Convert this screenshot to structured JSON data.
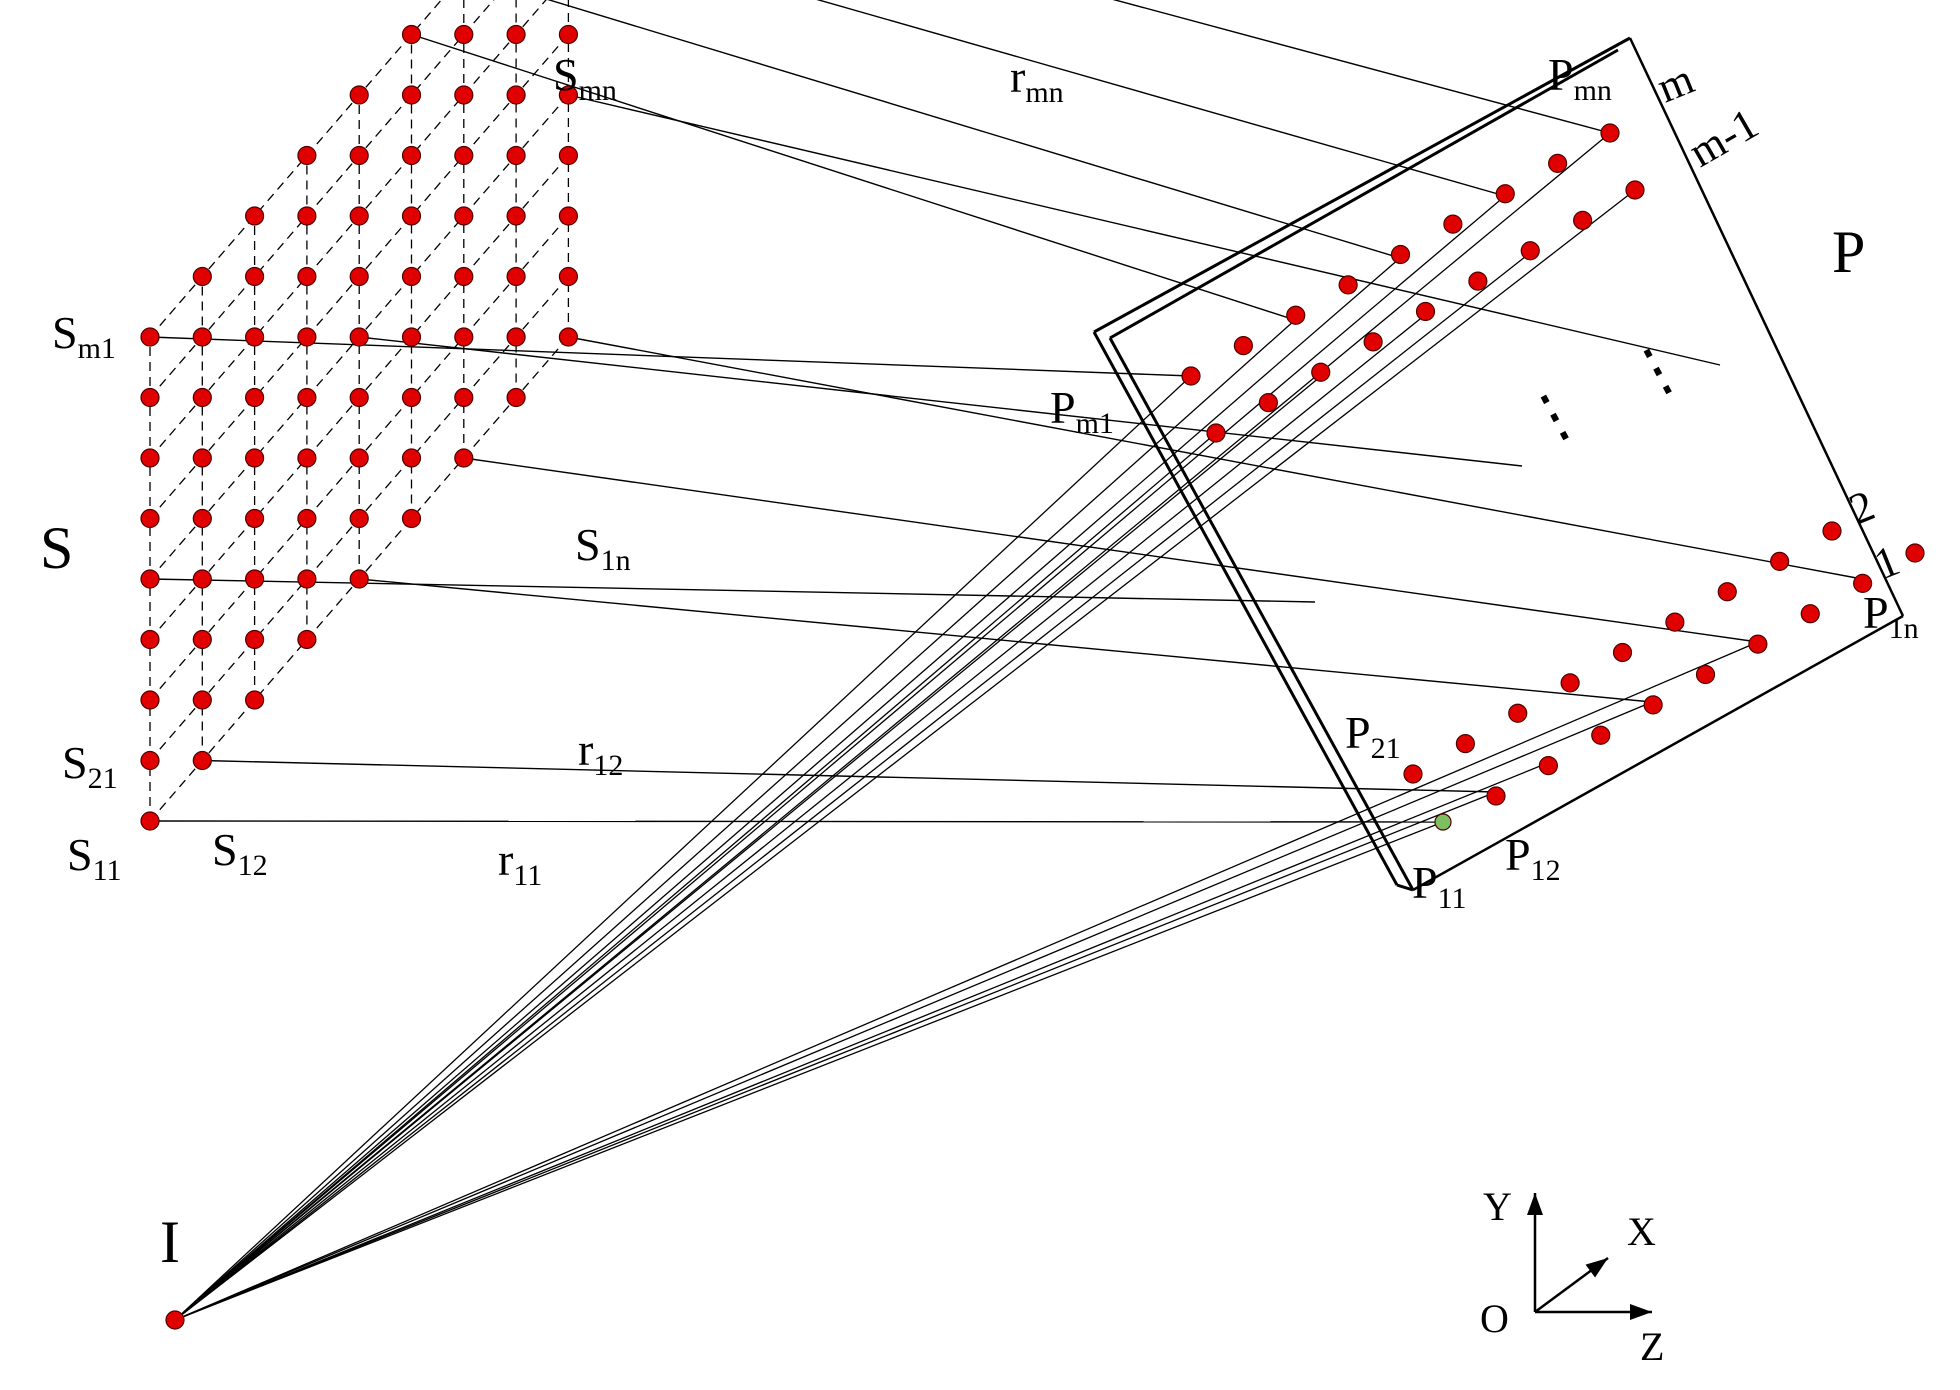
{
  "labels": {
    "S_mn": {
      "base": "S",
      "sub": "mn"
    },
    "S_m1": {
      "base": "S",
      "sub": "m1"
    },
    "S_1n": {
      "base": "S",
      "sub": "1n"
    },
    "S_21": {
      "base": "S",
      "sub": "21"
    },
    "S_11": {
      "base": "S",
      "sub": "11"
    },
    "S_12": {
      "base": "S",
      "sub": "12"
    },
    "S": "S",
    "r_mn": {
      "base": "r",
      "sub": "mn"
    },
    "r_12": {
      "base": "r",
      "sub": "12"
    },
    "r_11": {
      "base": "r",
      "sub": "11"
    },
    "P_mn": {
      "base": "P",
      "sub": "mn"
    },
    "P_m1": {
      "base": "P",
      "sub": "m1"
    },
    "P_1n": {
      "base": "P",
      "sub": "1n"
    },
    "P_21": {
      "base": "P",
      "sub": "21"
    },
    "P_11": {
      "base": "P",
      "sub": "11"
    },
    "P_12": {
      "base": "P",
      "sub": "12"
    },
    "P": "P",
    "row_m": "m",
    "row_m1": "m-1",
    "row_2": "2",
    "row_1": "1",
    "ellipsis_1": "⋮",
    "ellipsis_2": "⋮",
    "I": "I",
    "axis_y": "Y",
    "axis_x": "X",
    "axis_z": "Z",
    "axis_o": "O"
  },
  "colors": {
    "point": "#e00000",
    "highlight_point": "#7cc060",
    "stroke": "#000000"
  }
}
